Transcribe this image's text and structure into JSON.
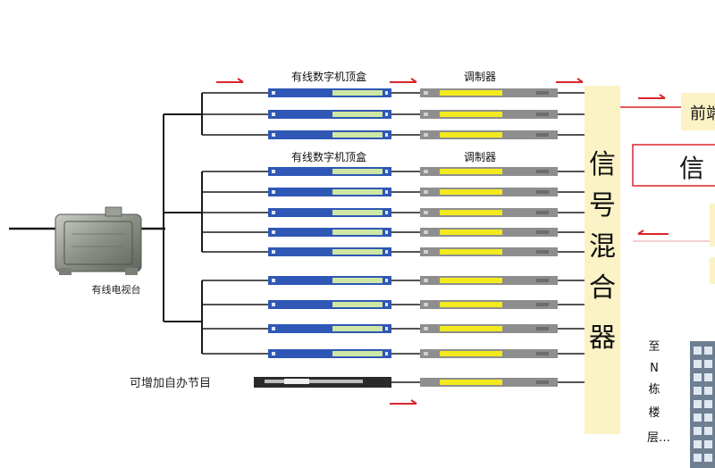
{
  "labels": {
    "stb_group_1": "有线数字机顶盒",
    "mod_group_1": "调制器",
    "stb_group_2": "有线数字机顶盒",
    "mod_group_2": "调制器",
    "tv_station": "有线电视台",
    "extra_program": "可增加自办节目",
    "mixer_title": [
      "信",
      "号",
      "混",
      "合",
      "器"
    ],
    "front_end": "前端",
    "signal": "信",
    "to_buildings": [
      "至",
      "N",
      "栋",
      "楼",
      "层…"
    ]
  },
  "groups": [
    {
      "name": "group-1",
      "device_count": 3
    },
    {
      "name": "group-2",
      "device_count": 5
    },
    {
      "name": "group-3",
      "device_count": 4
    }
  ],
  "colors": {
    "stb_body": "#2f57b5",
    "stb_panel": "#cfe7a4",
    "mod_body": "#8e8e8e",
    "mod_panel": "#f3ea1e",
    "mixer_bg": "#fbf3c6",
    "arrow": "#d8262b",
    "line": "#1a1a1a"
  }
}
